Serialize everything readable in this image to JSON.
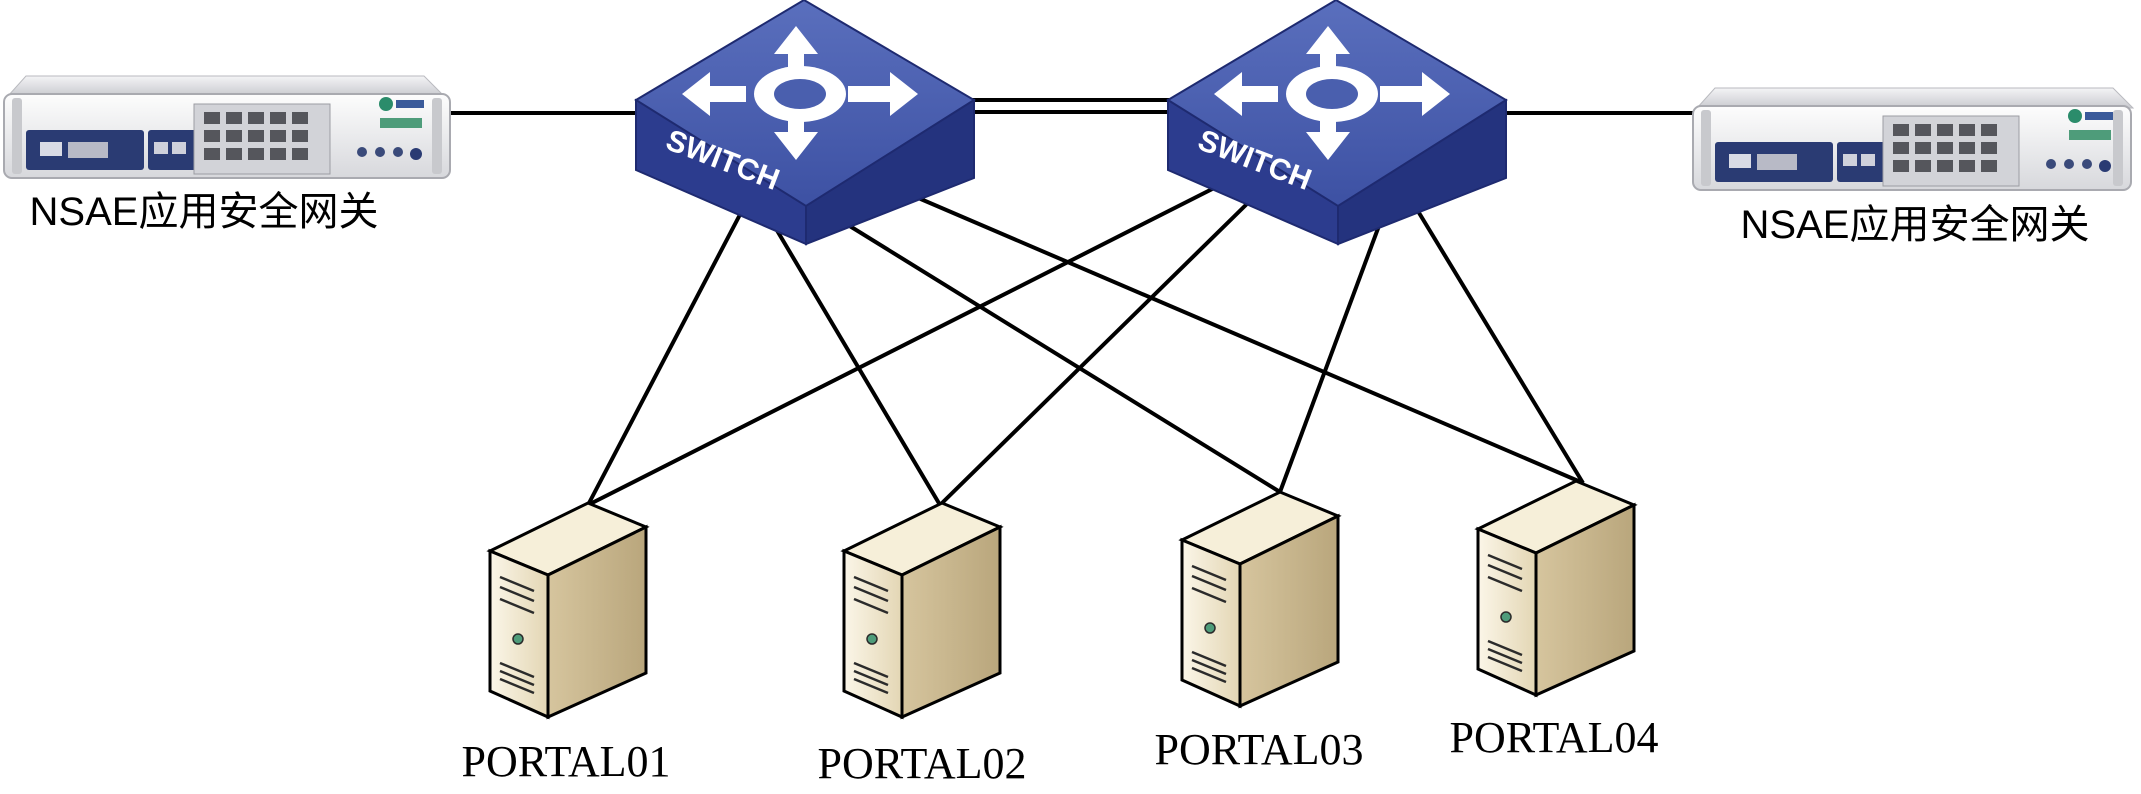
{
  "diagram": {
    "gateways": [
      {
        "id": "gw-left",
        "label": "NSAE应用安全网关"
      },
      {
        "id": "gw-right",
        "label": "NSAE应用安全网关"
      }
    ],
    "switches": [
      {
        "id": "sw-left",
        "label": "SWITCH"
      },
      {
        "id": "sw-right",
        "label": "SWITCH"
      }
    ],
    "servers": [
      {
        "id": "p1",
        "label": "PORTAL01"
      },
      {
        "id": "p2",
        "label": "PORTAL02"
      },
      {
        "id": "p3",
        "label": "PORTAL03"
      },
      {
        "id": "p4",
        "label": "PORTAL04"
      }
    ],
    "connections": [
      [
        "gw-left",
        "sw-left"
      ],
      [
        "sw-left",
        "sw-right"
      ],
      [
        "sw-right",
        "gw-right"
      ],
      [
        "sw-left",
        "p1"
      ],
      [
        "sw-left",
        "p2"
      ],
      [
        "sw-left",
        "p3"
      ],
      [
        "sw-left",
        "p4"
      ],
      [
        "sw-right",
        "p1"
      ],
      [
        "sw-right",
        "p2"
      ],
      [
        "sw-right",
        "p3"
      ],
      [
        "sw-right",
        "p4"
      ]
    ],
    "colors": {
      "switch_top": "#4a5fae",
      "switch_side": "#2a3a8c",
      "server_body": "#efe6cf",
      "server_side": "#c9b892",
      "gateway_body": "#e8e8ea"
    }
  }
}
